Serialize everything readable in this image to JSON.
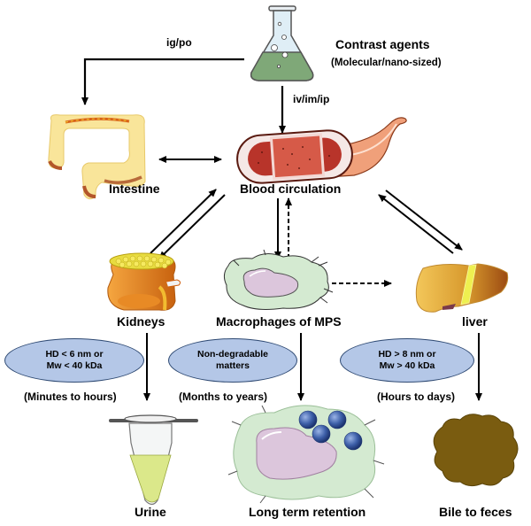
{
  "title": "Biodistribution and excretion pathways of contrast agents",
  "source": {
    "label": "Contrast agents",
    "sublabel": "(Molecular/nano-sized)",
    "icon": "flask-icon"
  },
  "routes": {
    "oral": "ig/po",
    "parenteral": "iv/im/ip"
  },
  "nodes": {
    "intestine": {
      "label": "Intestine",
      "icon": "intestine-icon"
    },
    "blood": {
      "label": "Blood circulation",
      "icon": "blood-vessel-icon"
    },
    "kidneys": {
      "label": "Kidneys",
      "icon": "kidney-icon"
    },
    "macrophages": {
      "label": "Macrophages of MPS",
      "icon": "macrophage-icon"
    },
    "liver": {
      "label": "liver",
      "icon": "liver-icon"
    },
    "urine": {
      "label": "Urine",
      "icon": "urine-tube-icon"
    },
    "retention": {
      "label": "Long term retention",
      "icon": "macrophage-with-particles-icon"
    },
    "feces": {
      "label": "Bile to feces",
      "icon": "feces-icon"
    }
  },
  "conditions": {
    "renal": {
      "line1": "HD < 6 nm or",
      "line2": "Mw < 40 kDa",
      "time": "(Minutes to hours)"
    },
    "mps": {
      "line1": "Non-degradable",
      "line2": "matters",
      "time": "(Months to years)"
    },
    "hepatic": {
      "line1": "HD > 8  nm or",
      "line2": "Mw > 40 kDa",
      "time": "(Hours to days)"
    }
  },
  "colors": {
    "ellipse_fill": "#b4c7e7",
    "ellipse_stroke": "#2f4a73",
    "flask_liquid": "#7fa878",
    "urine": "#dbe88a",
    "feces": "#7a5c10",
    "particle": "#3d5fa8",
    "macrophage": "#cfe5cc",
    "nucleus": "#dcc6dc"
  }
}
